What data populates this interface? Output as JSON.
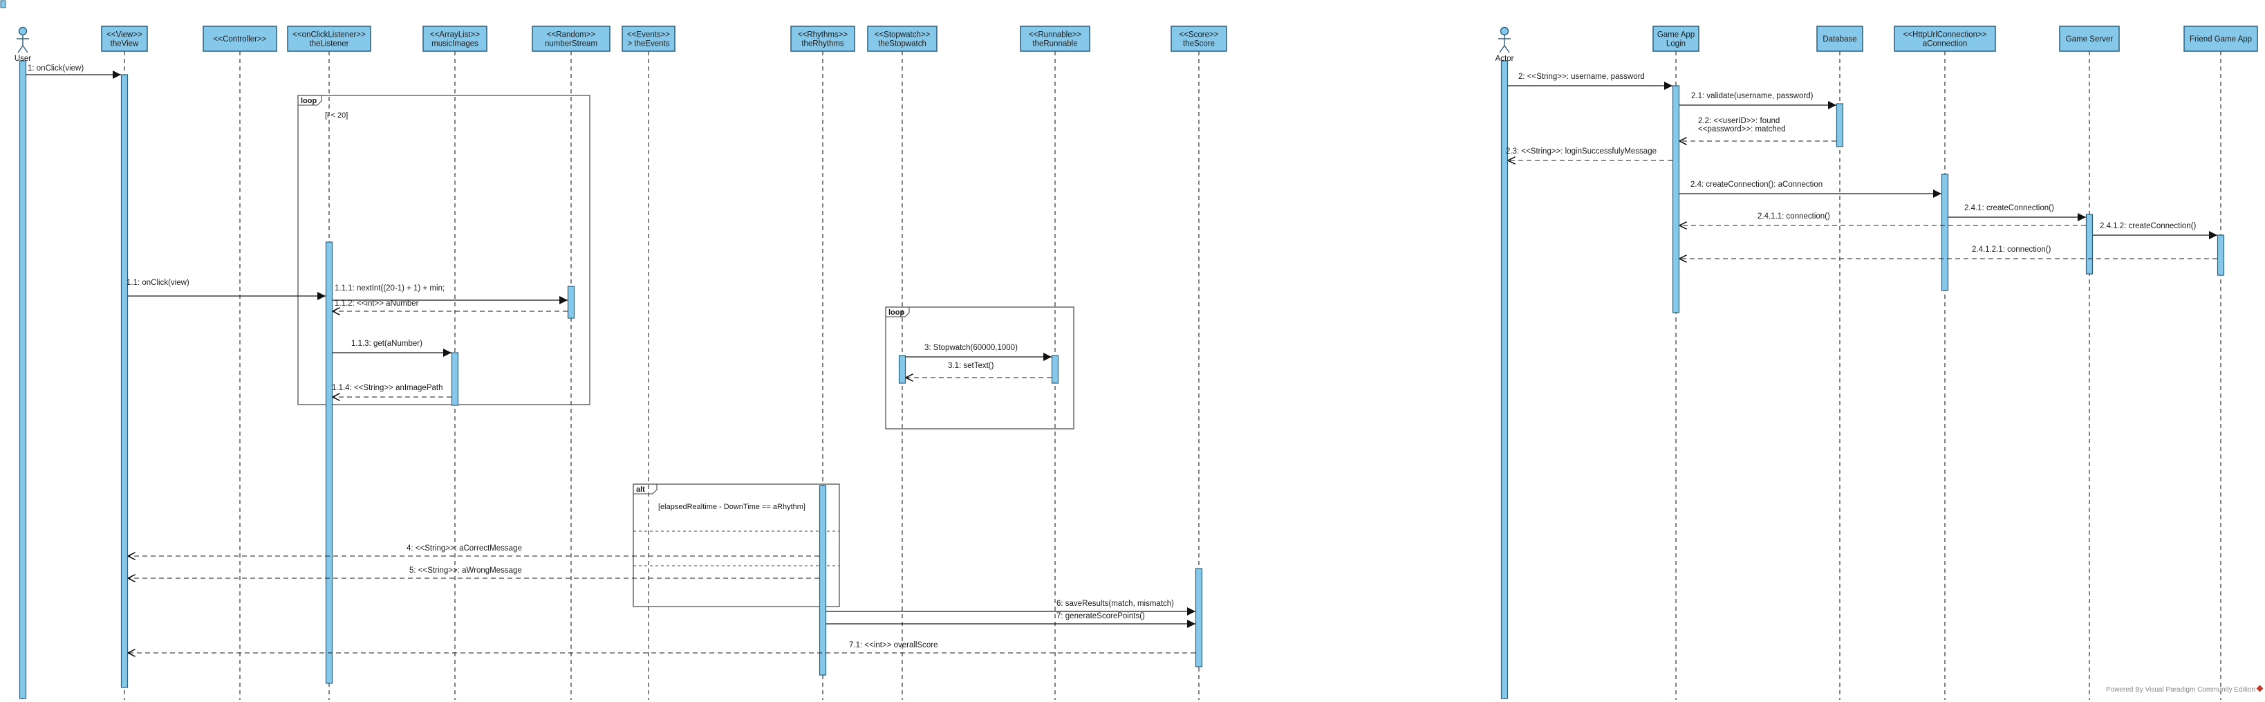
{
  "participants": [
    {
      "id": "user",
      "label": "User",
      "type": "actor"
    },
    {
      "id": "view",
      "label": "<<View>>\ntheView",
      "type": "object"
    },
    {
      "id": "controller",
      "label": "<<Controller>>",
      "type": "object"
    },
    {
      "id": "listener",
      "label": "<<onClickListener>>\ntheListener",
      "type": "object"
    },
    {
      "id": "music",
      "label": "<<ArrayList>>\nmusicImages",
      "type": "object"
    },
    {
      "id": "random",
      "label": "<<Random>>\nnumberStream",
      "type": "object"
    },
    {
      "id": "events",
      "label": "<<Events>>\n> theEvents",
      "type": "object"
    },
    {
      "id": "rhythms",
      "label": "<<Rhythms>>\ntheRhythms",
      "type": "object"
    },
    {
      "id": "stopwatch",
      "label": "<<Stopwatch>>\ntheStopwatch",
      "type": "object"
    },
    {
      "id": "runnable",
      "label": "<<Runnable>>\ntheRunnable",
      "type": "object"
    },
    {
      "id": "score",
      "label": "<<Score>>\ntheScore",
      "type": "object"
    },
    {
      "id": "actor",
      "label": "Actor",
      "type": "actor"
    },
    {
      "id": "login",
      "label": "Game App\nLogin",
      "type": "object"
    },
    {
      "id": "database",
      "label": "Database",
      "type": "object"
    },
    {
      "id": "conn",
      "label": "<<HttpUrlConnection>>\naConnection",
      "type": "object"
    },
    {
      "id": "server",
      "label": "Game Server",
      "type": "object"
    },
    {
      "id": "friend",
      "label": "Friend Game App",
      "type": "object"
    }
  ],
  "messages": [
    {
      "from": "user",
      "to": "view",
      "label": "1: onClick(view)",
      "kind": "call"
    },
    {
      "from": "view",
      "to": "listener",
      "label": "1.1: onClick(view)",
      "kind": "call"
    },
    {
      "from": "listener",
      "to": "random",
      "label": "1.1.1: nextInt((20-1) + 1) + min;",
      "kind": "call"
    },
    {
      "from": "random",
      "to": "listener",
      "label": "1.1.2: <<int>> aNumber",
      "kind": "return"
    },
    {
      "from": "listener",
      "to": "music",
      "label": "1.1.3: get(aNumber)",
      "kind": "call"
    },
    {
      "from": "music",
      "to": "listener",
      "label": "1.1.4: <<String>> anImagePath",
      "kind": "return"
    },
    {
      "from": "stopwatch",
      "to": "runnable",
      "label": "3: Stopwatch(60000,1000)",
      "kind": "call"
    },
    {
      "from": "runnable",
      "to": "stopwatch",
      "label": "3.1: setText()",
      "kind": "return"
    },
    {
      "from": "rhythms",
      "to": "view",
      "label": "4: <<String>>: aCorrectMessage",
      "kind": "return"
    },
    {
      "from": "rhythms",
      "to": "view",
      "label": "5: <<String>>: aWrongMessage",
      "kind": "return"
    },
    {
      "from": "rhythms",
      "to": "score",
      "label": "6: saveResults(match, mismatch)",
      "kind": "call"
    },
    {
      "from": "rhythms",
      "to": "score",
      "label": "7: generateScorePoints()",
      "kind": "call"
    },
    {
      "from": "score",
      "to": "view",
      "label": "7.1: <<int>> overallScore",
      "kind": "return"
    },
    {
      "from": "actor",
      "to": "login",
      "label": "2: <<String>>: username, password",
      "kind": "call"
    },
    {
      "from": "login",
      "to": "database",
      "label": "2.1: validate(username, password)",
      "kind": "call"
    },
    {
      "from": "database",
      "to": "login",
      "label": "2.2: <<userID>>: found\n<<password>>: matched",
      "kind": "return"
    },
    {
      "from": "login",
      "to": "actor",
      "label": "2.3: <<String>>: loginSuccessfulyMessage",
      "kind": "return"
    },
    {
      "from": "login",
      "to": "conn",
      "label": "2.4: createConnection(): aConnection",
      "kind": "call"
    },
    {
      "from": "conn",
      "to": "server",
      "label": "2.4.1: createConnection()",
      "kind": "call"
    },
    {
      "from": "server",
      "to": "login",
      "label": "2.4.1.1: connection()",
      "kind": "return"
    },
    {
      "from": "server",
      "to": "friend",
      "label": "2.4.1.2: createConnection()",
      "kind": "call"
    },
    {
      "from": "friend",
      "to": "login",
      "label": "2.4.1.2.1: connection()",
      "kind": "return"
    }
  ],
  "fragments": [
    {
      "kind": "loop",
      "tag": "loop",
      "guard": "[i < 20]"
    },
    {
      "kind": "loop",
      "tag": "loop",
      "guard": ""
    },
    {
      "kind": "alt",
      "tag": "alt",
      "guard": "[elapsedRealtime - DownTime == aRhythm]"
    }
  ],
  "watermark": "Powered By Visual Paradigm Community Edition",
  "colors": {
    "lifeline_fill": "#86c8ea",
    "stroke": "#2a5f7d"
  }
}
